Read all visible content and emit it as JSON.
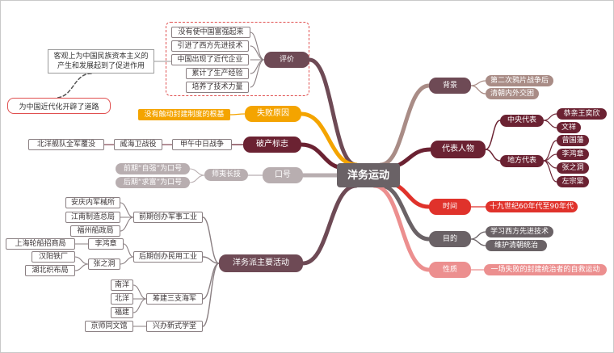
{
  "center": "洋务运动",
  "right": {
    "background": {
      "label": "背景",
      "items": [
        "第二次鸦片战争后",
        "清朝内外交困"
      ]
    },
    "people": {
      "label": "代表人物",
      "central": {
        "label": "中央代表",
        "items": [
          "恭亲王奕欣",
          "文祥"
        ]
      },
      "local": {
        "label": "地方代表",
        "items": [
          "曾国藩",
          "李鸿章",
          "张之洞",
          "左宗棠"
        ]
      }
    },
    "time": {
      "label": "时间",
      "value": "十九世纪60年代至90年代"
    },
    "purpose": {
      "label": "目的",
      "items": [
        "学习西方先进技术",
        "维护清朝统治"
      ]
    },
    "nature": {
      "label": "性质",
      "value": "一场失败的封建统治者的自救运动"
    }
  },
  "left": {
    "evaluation": {
      "label": "评价",
      "items": [
        "没有使中国富强起来",
        "引进了西方先进技术",
        "中国出现了近代企业",
        "累计了生产经验",
        "培养了技术力量"
      ],
      "callout_objective": "客观上为中国民族资本主义的产生和发展起到了促进作用",
      "callout_modern": "为中国近代化开辟了道路"
    },
    "failure": {
      "label": "失败原因",
      "value": "没有触动封建制度的根基"
    },
    "bankrupt": {
      "label": "破产标志",
      "war": "甲午中日战争",
      "battle": "威海卫战役",
      "result": "北洋舰队全军覆没"
    },
    "slogan": {
      "label": "口号",
      "sub": "师夷长技",
      "items": [
        "前期“自强”为口号",
        "后期“求富”为口号"
      ]
    },
    "activities": {
      "label": "洋务派主要活动",
      "military": {
        "label": "前期创办军事工业",
        "items": [
          "安庆内军械所",
          "江南制造总局",
          "福州船政局"
        ]
      },
      "civil": {
        "label": "后期创办民用工业",
        "li": {
          "label": "李鸿章",
          "items": [
            "上海轮船招商局"
          ]
        },
        "zhang": {
          "label": "张之洞",
          "items": [
            "汉阳铁厂",
            "湖北织布局"
          ]
        }
      },
      "navy": {
        "label": "筹建三支海军",
        "items": [
          "南洋",
          "北洋",
          "福建"
        ]
      },
      "school": {
        "label": "兴办新式学堂",
        "items": [
          "京师同文馆"
        ]
      }
    }
  }
}
